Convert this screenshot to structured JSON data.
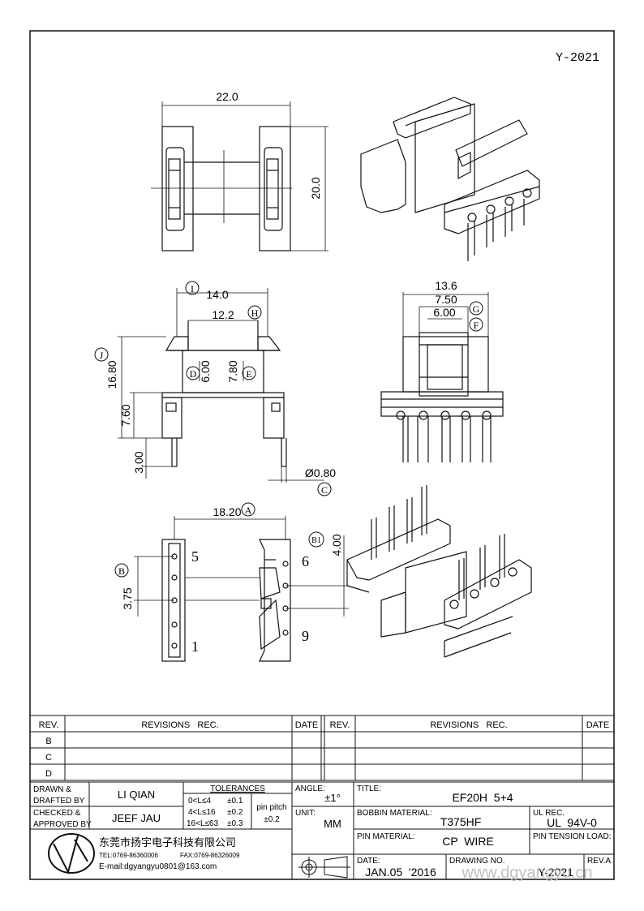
{
  "drawing_code": "Y-2021",
  "dims": {
    "top_width": "22.0",
    "top_height": "20.0",
    "front_width_outer": "14.0",
    "front_width_inner": "12.2",
    "front_height_total": "16.80",
    "front_height_base": "7.60",
    "pin_length": "3.00",
    "core_w1": "6.00",
    "core_w2": "7.80",
    "side_width": "13.6",
    "side_w2": "7.50",
    "side_w3": "6.00",
    "pin_dia": "Ø0.80",
    "bottom_width": "18.20",
    "bottom_pitch": "3.75",
    "bottom_height": "4.00"
  },
  "markers": {
    "I": "I",
    "H": "H",
    "J": "J",
    "D": "D",
    "E": "E",
    "G": "G",
    "F": "F",
    "C": "C",
    "A": "A",
    "B": "B",
    "B1": "B1"
  },
  "pin_labels": {
    "p5": "5",
    "p1": "1",
    "p6": "6",
    "p9": "9"
  },
  "revision_table": {
    "headers": {
      "rev": "REV.",
      "rec": "REVISIONS   REC.",
      "date": "DATE"
    },
    "rows": [
      "B",
      "C",
      "D"
    ]
  },
  "title_block": {
    "drawn_label": "DRAWN &\nDRAFTED BY",
    "drawn_name": "LI QIAN",
    "checked_label": "CHECKED &\nAPPROVED BY",
    "checked_name": "JEEF JAU",
    "tolerances_label": "TOLERANCES",
    "tol_rows": [
      {
        "range": "0<L≤4",
        "tol": "±0.1"
      },
      {
        "range": "4<L≤16",
        "tol": "±0.2"
      },
      {
        "range": "16<L≤63",
        "tol": "±0.3"
      }
    ],
    "pin_pitch_label": "pin pitch",
    "pin_pitch_tol": "±0.2",
    "angle_label": "ANGLE:",
    "angle_value": "±1°",
    "unit_label": "UNIT:",
    "unit_value": "MM",
    "title_label": "TITLE:",
    "title_value": "EF20H  5+4",
    "bobbin_label": "BOBBIN MATERIAL:",
    "bobbin_value": "T375HF",
    "ul_label": "UL REC.",
    "ul_value": "UL  94V-0",
    "pin_material_label": "PIN MATERIAL:",
    "pin_material_value": "CP  WIRE",
    "pin_tension_label": "PIN TENSION LOAD:",
    "date_label": "DATE:",
    "date_value": "JAN.05  '2016",
    "drawing_no_label": "DRAWING NO.",
    "drawing_no_value": "Y-2021",
    "rev_label": "REV.A",
    "company_cn": "东莞市扬宇电子科技有限公司",
    "tel": "TEL:0769-86360006",
    "fax": "FAX:0769-86326009",
    "email": "E-mail:dgyangyu0801@163.com",
    "watermark": "www.dgyangyu.cn"
  }
}
